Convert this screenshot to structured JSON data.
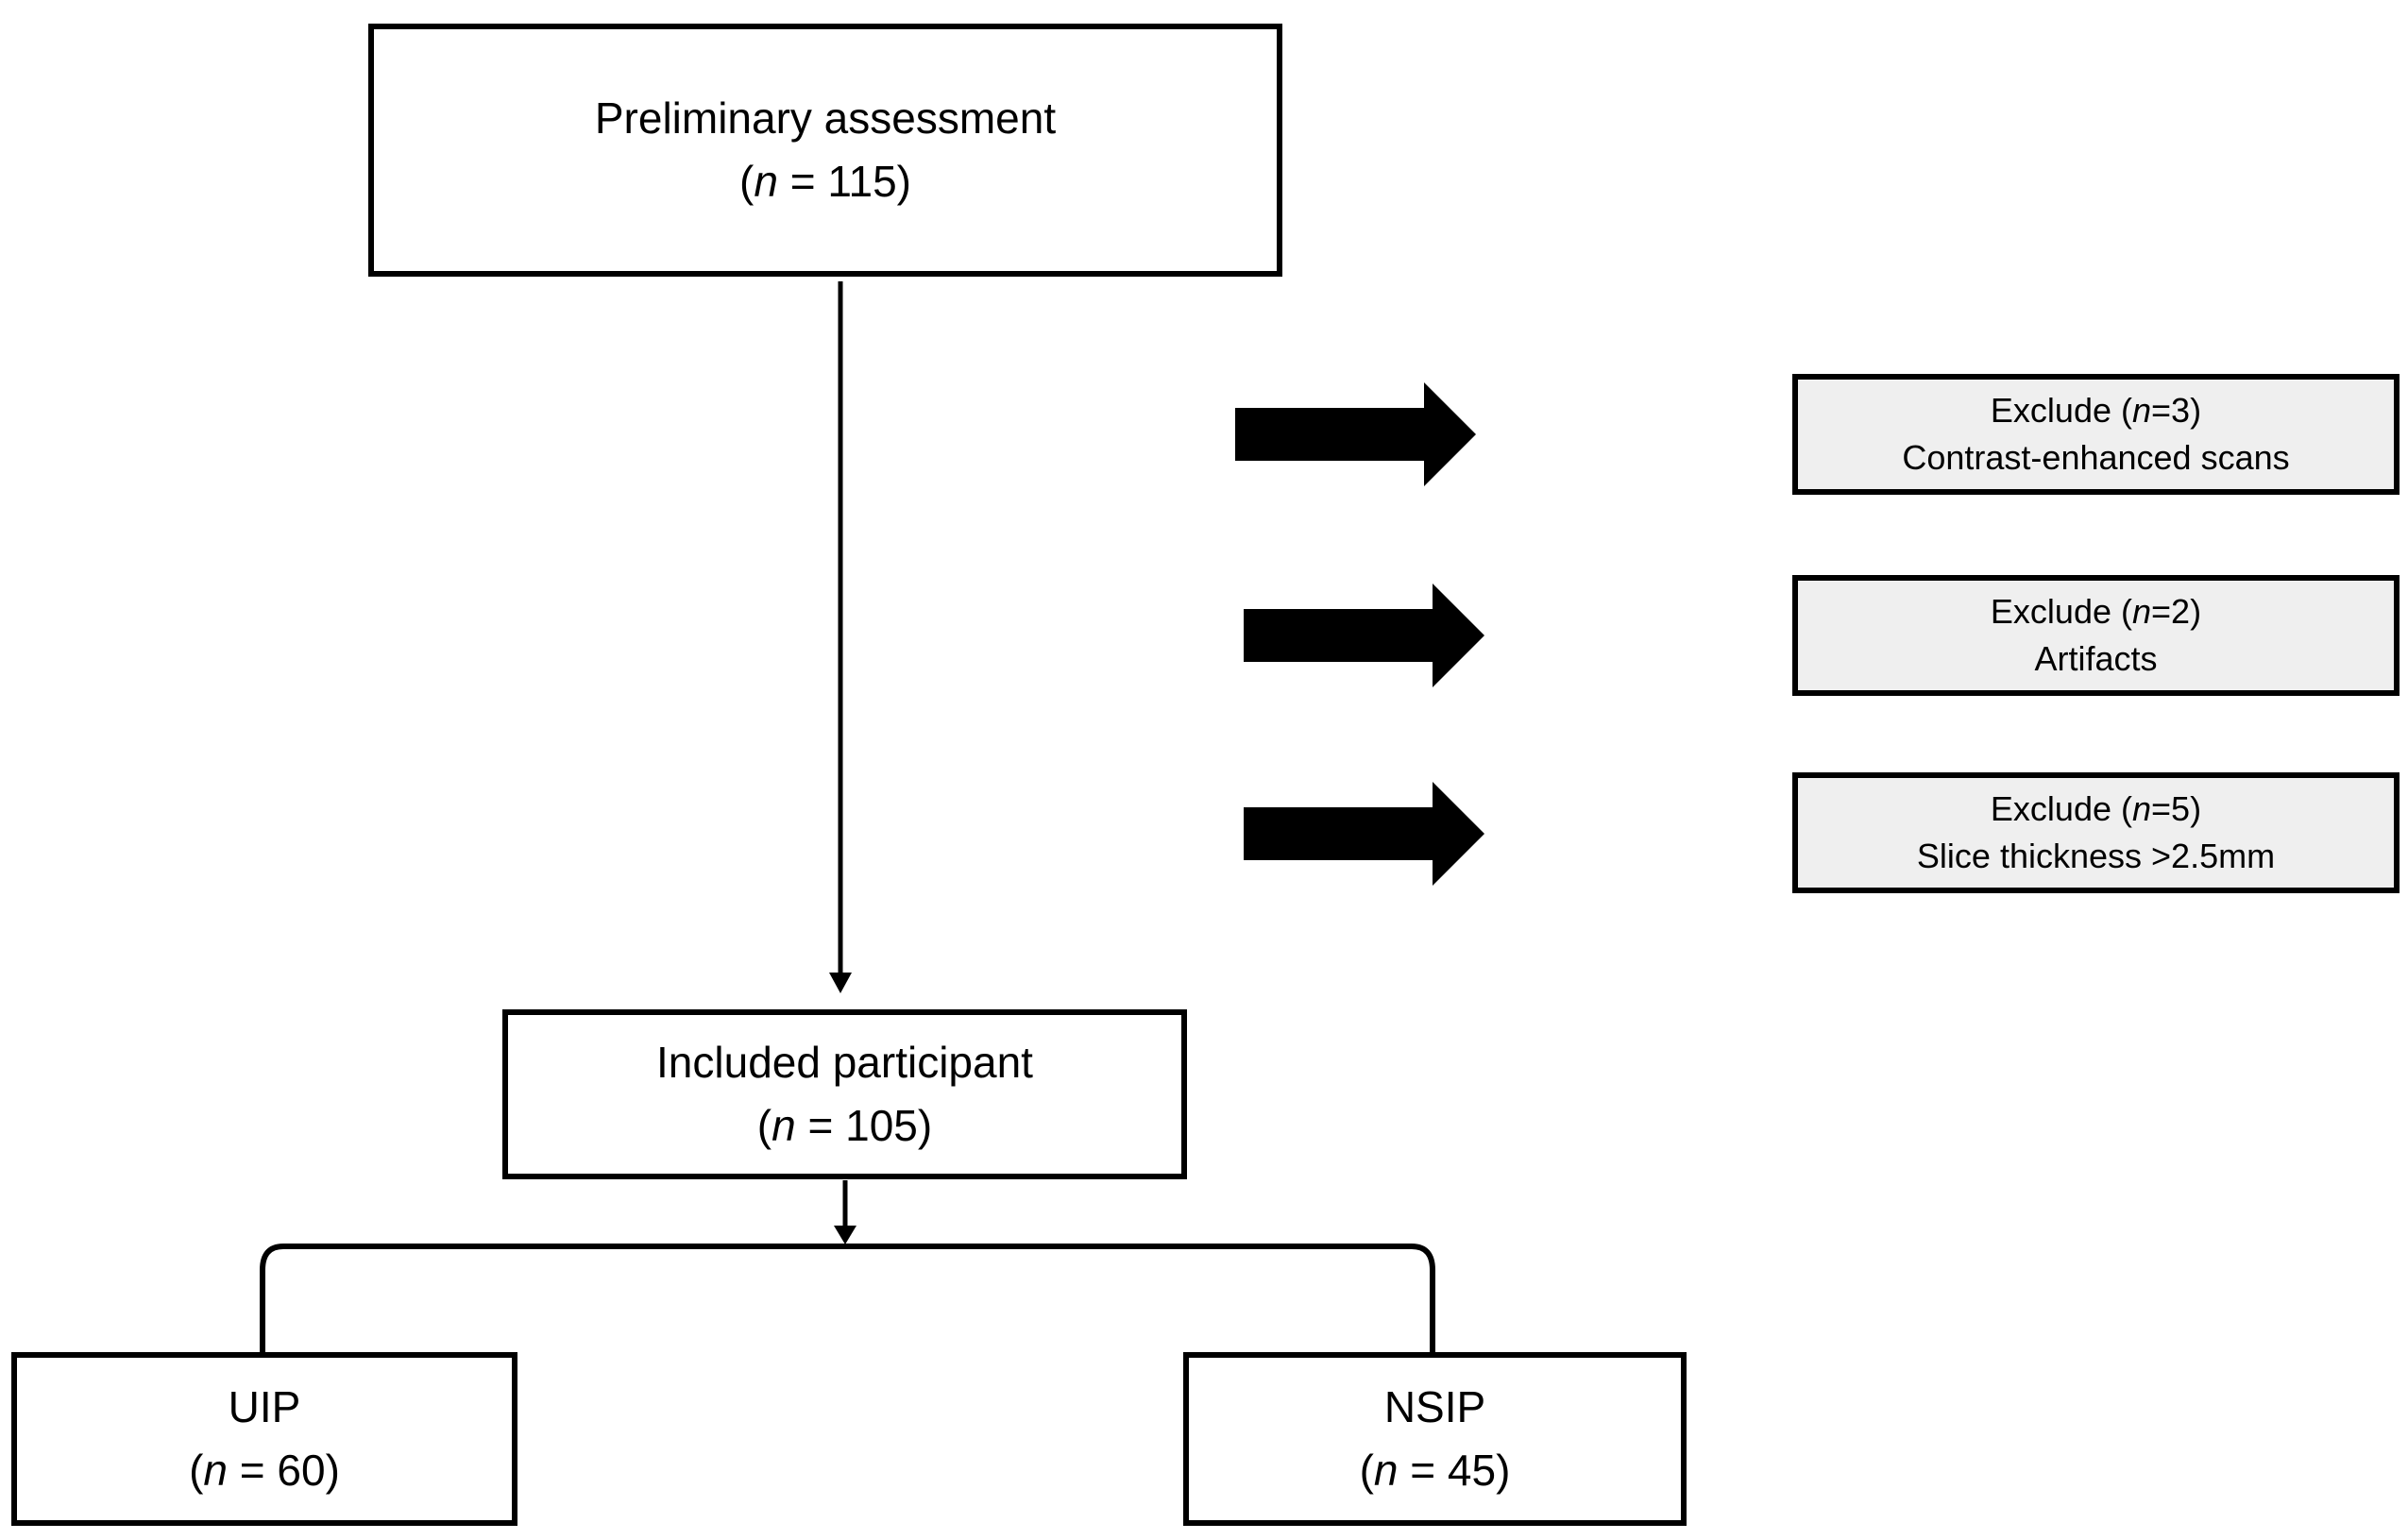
{
  "preliminary": {
    "title": "Preliminary assessment",
    "n_pre": "(",
    "n_var": "n",
    "n_post": " = 115)"
  },
  "exclusions": [
    {
      "pre": "Exclude (",
      "var": "n",
      "post": "=3)",
      "reason": "Contrast-enhanced scans"
    },
    {
      "pre": "Exclude (",
      "var": "n",
      "post": "=2)",
      "reason": "Artifacts"
    },
    {
      "pre": "Exclude (",
      "var": "n",
      "post": "=5)",
      "reason": "Slice thickness >2.5mm"
    }
  ],
  "included": {
    "title": "Included participant",
    "n_pre": "(",
    "n_var": "n",
    "n_post": " = 105)"
  },
  "groups": [
    {
      "title": "UIP",
      "n_pre": "(",
      "n_var": "n",
      "n_post": " = 60)"
    },
    {
      "title": "NSIP",
      "n_pre": "(",
      "n_var": "n",
      "n_post": " = 45)"
    }
  ]
}
